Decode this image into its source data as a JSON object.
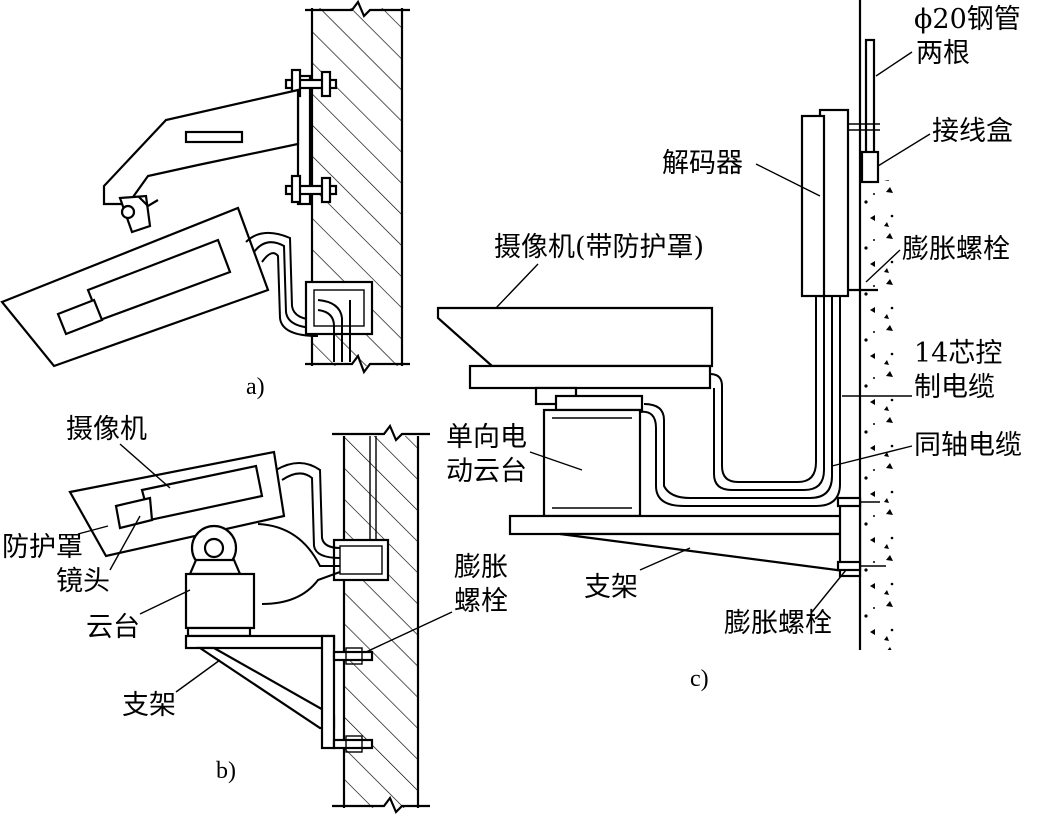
{
  "diagram": {
    "a": {
      "caption": "a)"
    },
    "b": {
      "caption": "b)",
      "labels": {
        "camera": "摄像机",
        "housing": "防护罩",
        "lens": "镜头",
        "pan_tilt": "云台",
        "bracket": "支架",
        "bolt_line1": "膨胀",
        "bolt_line2": "螺栓"
      }
    },
    "c": {
      "caption": "c)",
      "labels": {
        "pipe_line1": "ϕ20钢管",
        "pipe_line2": "两根",
        "junction_box": "接线盒",
        "decoder": "解码器",
        "camera_with_housing": "摄像机(带防护罩)",
        "bolt_upper": "膨胀螺栓",
        "cable14_line1": "14芯控",
        "cable14_line2": "制电缆",
        "coax": "同轴电缆",
        "pan_tilt_line1": "单向电",
        "pan_tilt_line2": "动云台",
        "bracket": "支架",
        "bolt_lower": "膨胀螺栓"
      }
    }
  }
}
